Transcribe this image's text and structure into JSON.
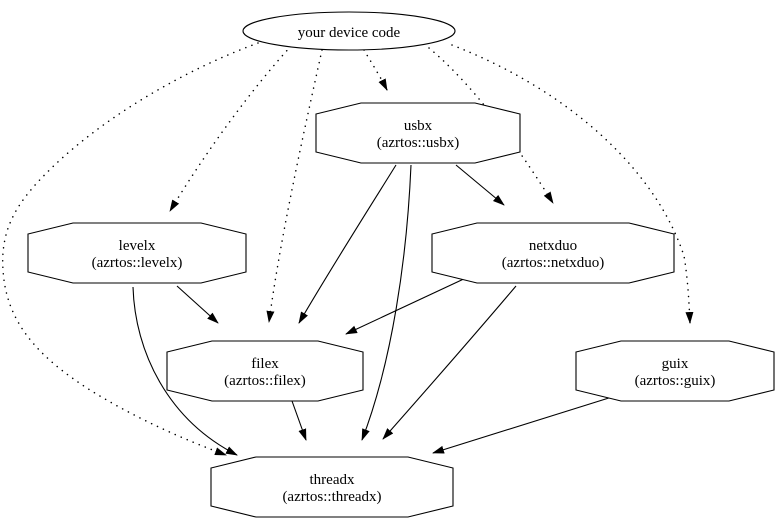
{
  "diagram": {
    "type": "dependency-graph",
    "root_node": {
      "id": "device_code",
      "label": "your device code",
      "shape": "ellipse"
    },
    "nodes": [
      {
        "id": "usbx",
        "label": "usbx",
        "sublabel": "(azrtos::usbx)",
        "shape": "octagon"
      },
      {
        "id": "levelx",
        "label": "levelx",
        "sublabel": "(azrtos::levelx)",
        "shape": "octagon"
      },
      {
        "id": "netxduo",
        "label": "netxduo",
        "sublabel": "(azrtos::netxduo)",
        "shape": "octagon"
      },
      {
        "id": "filex",
        "label": "filex",
        "sublabel": "(azrtos::filex)",
        "shape": "octagon"
      },
      {
        "id": "guix",
        "label": "guix",
        "sublabel": "(azrtos::guix)",
        "shape": "octagon"
      },
      {
        "id": "threadx",
        "label": "threadx",
        "sublabel": "(azrtos::threadx)",
        "shape": "octagon"
      }
    ],
    "edges": {
      "dotted_from_root": [
        "usbx",
        "levelx",
        "netxduo",
        "filex",
        "guix",
        "threadx"
      ],
      "solid": [
        {
          "from": "usbx",
          "to": "netxduo"
        },
        {
          "from": "usbx",
          "to": "filex"
        },
        {
          "from": "usbx",
          "to": "threadx"
        },
        {
          "from": "levelx",
          "to": "filex"
        },
        {
          "from": "levelx",
          "to": "threadx"
        },
        {
          "from": "netxduo",
          "to": "filex"
        },
        {
          "from": "netxduo",
          "to": "threadx"
        },
        {
          "from": "filex",
          "to": "threadx"
        },
        {
          "from": "guix",
          "to": "threadx"
        }
      ]
    },
    "colors": {
      "stroke": "#000000",
      "background": "#ffffff",
      "node_fill": "#ffffff"
    }
  }
}
